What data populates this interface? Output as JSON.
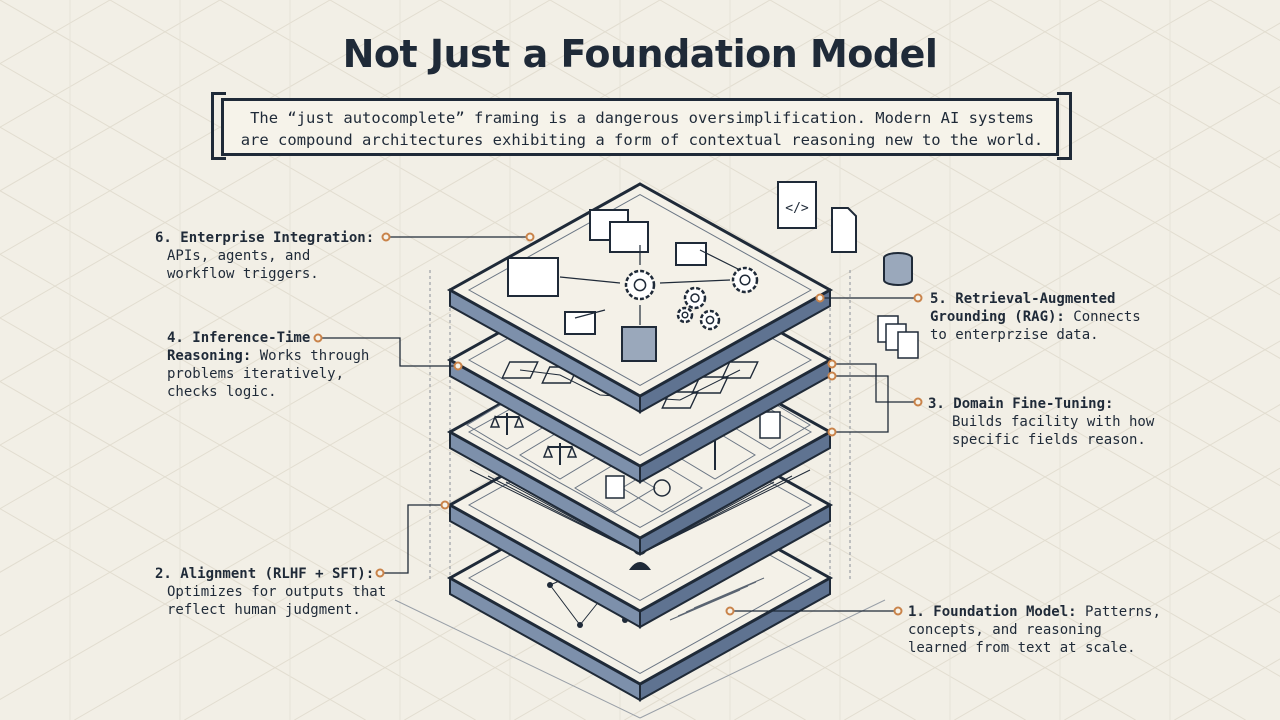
{
  "title": "Not Just a Foundation Model",
  "subtitle": "The “just autocomplete” framing is a dangerous oversimplification. Modern AI systems\nare compound architectures exhibiting a form of contextual reasoning new to the world.",
  "colors": {
    "ink": "#1f2a38",
    "layer_edge": "#6f84a0",
    "layer_face": "#f4f1e8",
    "accent_dot": "#c9834a",
    "background": "#f2efe6"
  },
  "callouts": {
    "c6": {
      "head": "6. Enterprise Integration:",
      "body": "APIs, agents, and\nworkflow triggers."
    },
    "c4": {
      "head": "4. Inference-Time\nReasoning:",
      "body": "Works through\nproblems iteratively,\nchecks logic."
    },
    "c2": {
      "head": "2. Alignment (RLHF + SFT):",
      "body": "Optimizes for outputs that\nreflect human judgment."
    },
    "c5": {
      "head": "5. Retrieval-Augmented\nGrounding (RAG):",
      "body": "Connects\nto enterprzise data."
    },
    "c3": {
      "head": "3. Domain Fine-Tuning:",
      "body": "Builds facility with how\nspecific fields reason."
    },
    "c1": {
      "head": "1. Foundation Model:",
      "body": "Patterns,\nconcepts, and reasoning\nlearned from text at scale."
    }
  },
  "icons": {
    "code_window": "</>",
    "layers": [
      "foundation-network",
      "alignment-rays",
      "domain-symbols",
      "reasoning-flow",
      "rag-documents",
      "integration-gears"
    ]
  }
}
